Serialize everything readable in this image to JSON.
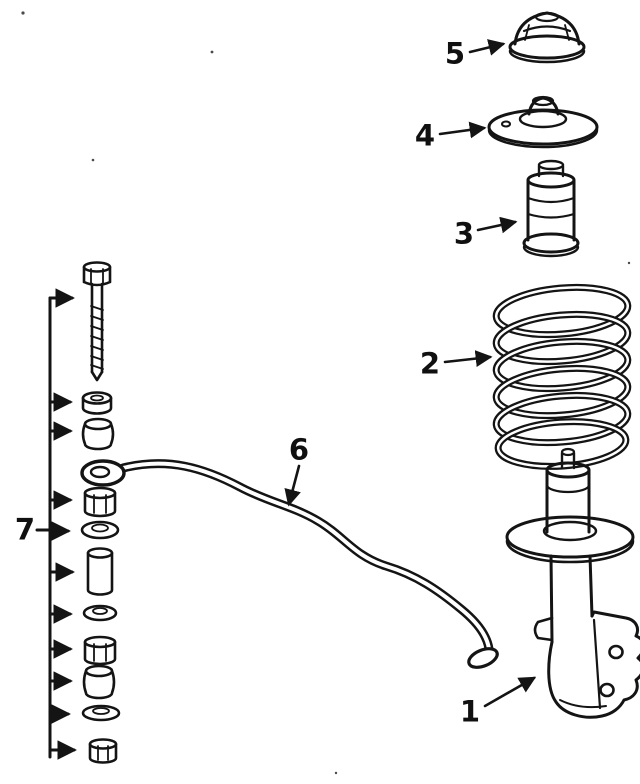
{
  "diagram": {
    "background_color": "#ffffff",
    "ink_color": "#141414",
    "callouts": [
      {
        "label": "1"
      },
      {
        "label": "2"
      },
      {
        "label": "3"
      },
      {
        "label": "4"
      },
      {
        "label": "5"
      },
      {
        "label": "6"
      },
      {
        "label": "7"
      }
    ]
  }
}
